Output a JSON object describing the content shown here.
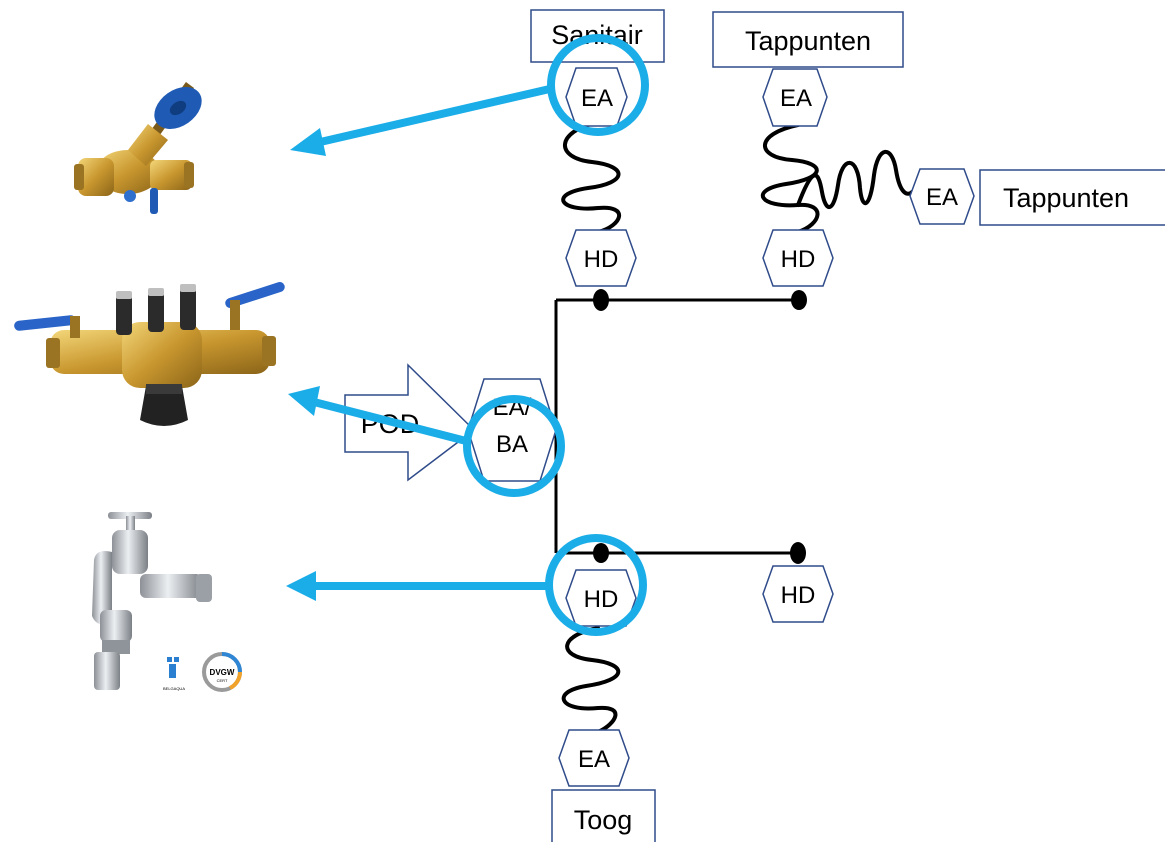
{
  "labels": {
    "sanitair": "Sanitair",
    "tappunten_top": "Tappunten",
    "tappunten_side": "Tappunten",
    "toog": "Toog",
    "pod": "POD"
  },
  "hexes": {
    "ea_sanitair": "EA",
    "ea_tappunten_top": "EA",
    "ea_tappunten_side": "EA",
    "hd_sanitair": "HD",
    "hd_tappunten": "HD",
    "ea_ba_line1": "EA/",
    "ea_ba_line2": "BA",
    "hd_toog": "HD",
    "hd_right": "HD",
    "ea_toog": "EA"
  },
  "images": {
    "fittings_logos": [
      "BELGAQUA",
      "DVGW",
      "CERT"
    ]
  },
  "colors": {
    "highlight": "#1AADE8",
    "hex_stroke": "#2F4B8A",
    "pipe": "#000000"
  }
}
